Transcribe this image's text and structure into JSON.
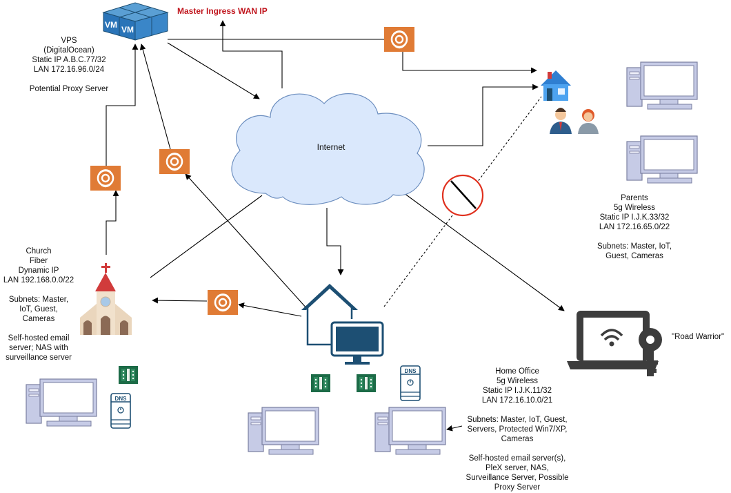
{
  "title": "Master Ingress WAN IP",
  "internet_label": "Internet",
  "vps": {
    "lines": [
      "VPS",
      "(DigitalOcean)",
      "Static IP A.B.C.77/32",
      "LAN 172.16.96.0/24",
      "",
      "Potential Proxy Server"
    ],
    "vm_label": "VM"
  },
  "church": {
    "lines": [
      "Church",
      "Fiber",
      "Dynamic IP",
      "LAN 192.168.0.0/22",
      "",
      "Subnets: Master,",
      "IoT, Guest,",
      "Cameras",
      "",
      "Self-hosted email",
      "server; NAS with",
      "surveillance server"
    ]
  },
  "parents": {
    "lines": [
      "Parents",
      "5g Wireless",
      "Static IP I.J.K.33/32",
      "LAN 172.16.65.0/22",
      "",
      "Subnets: Master, IoT,",
      "Guest, Cameras"
    ]
  },
  "home_office": {
    "lines": [
      "Home Office",
      "5g Wireless",
      "Static IP I.J.K.11/32",
      "LAN 172.16.10.0/21",
      "",
      "Subnets: Master, IoT, Guest,",
      "Servers, Protected Win7/XP,",
      "Cameras",
      "",
      "Self-hosted email server(s),",
      "PleX server, NAS,",
      "Surveillance Server, Possible",
      "Proxy Server"
    ]
  },
  "road_warrior": {
    "label": "\"Road Warrior\""
  },
  "dns_label": "DNS",
  "colors": {
    "title_red": "#c0141c",
    "wireguard_orange": "#e07b35",
    "home_blue": "#1d4f73",
    "cloud_blue": "#dae8fc",
    "blocked_red": "#e0301e",
    "switch_green": "#1c6b47",
    "pc_purple": "#b9bfe0",
    "laptop_gray": "#3d3d3d"
  },
  "icons": [
    "vm-icon",
    "wireguard-icon",
    "cloud-icon",
    "church-icon",
    "house-icon",
    "home-office-icon",
    "laptop-key-icon",
    "desktop-pc-icon",
    "switch-icon",
    "dns-server-icon",
    "no-entry-icon",
    "users-icon"
  ]
}
